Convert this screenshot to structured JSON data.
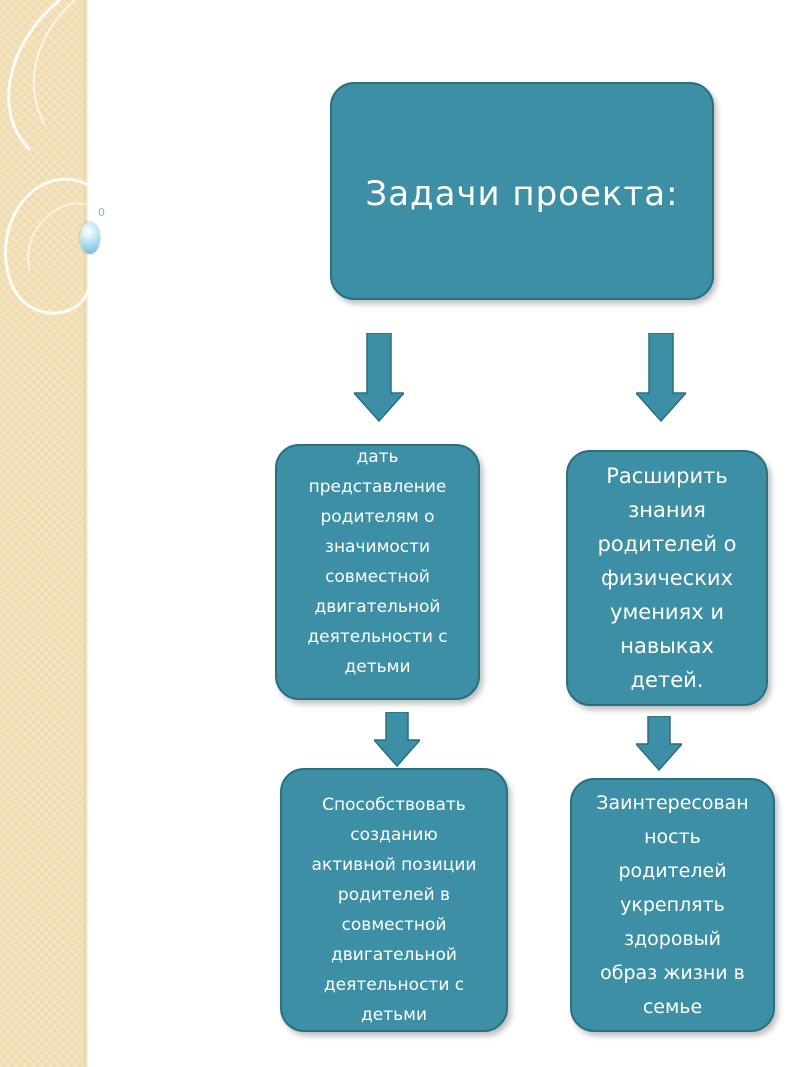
{
  "decor": {
    "side_color": "#f2dfb6",
    "bead_label": "0"
  },
  "colors": {
    "box_fill": "#3d8fa6",
    "box_border": "#2b6f83",
    "arrow_fill": "#3d8fa6"
  },
  "diagram": {
    "title": "Задачи проекта:",
    "tasks": [
      {
        "text": "дать\nпредставление\nродителям о\nзначимости\nсовместной\nдвигательной\nдеятельности с\nдетьми"
      },
      {
        "text": "Расширить\nзнания\nродителей о\nфизических\nумениях и\nнавыках\nдетей."
      }
    ],
    "results": [
      {
        "text": "Способствовать\nсозданию\nактивной позиции\nродителей в\nсовместной\nдвигательной\nдеятельности с\nдетьми"
      },
      {
        "text": "Заинтересован\nность\nродителей\nукреплять\nздоровый\nобраз жизни в\nсемье"
      }
    ]
  }
}
